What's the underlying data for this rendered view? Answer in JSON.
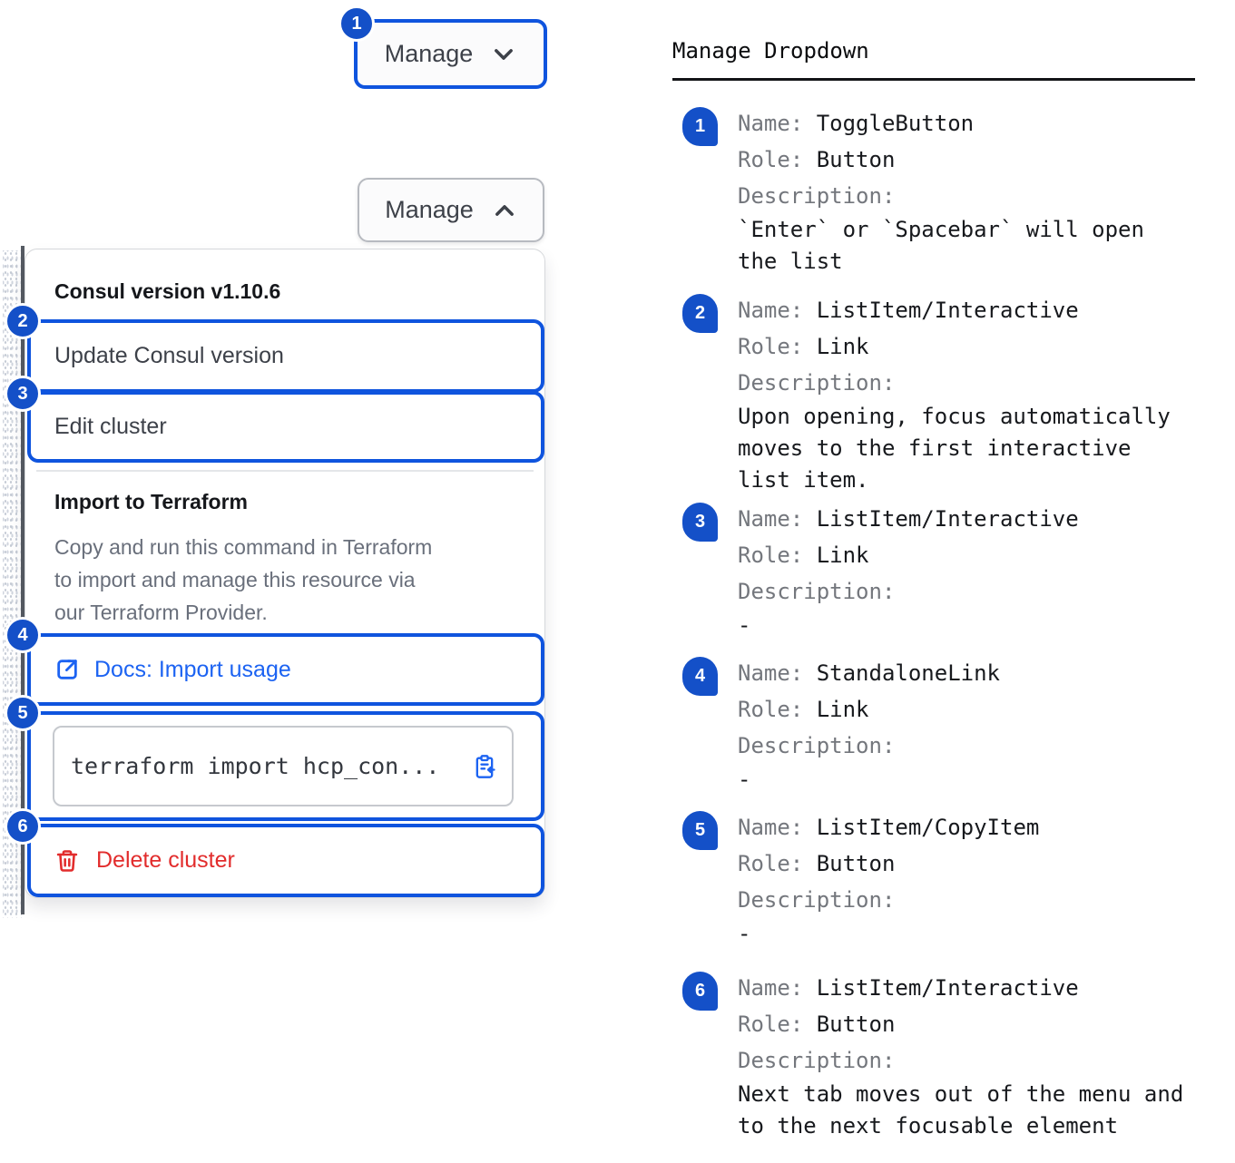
{
  "colors": {
    "accent_blue": "#1450C8",
    "focus_outline_blue": "#0F54DE",
    "link_blue": "#1C63F2",
    "danger_red": "#E22C2C",
    "text_primary": "#3D4149",
    "text_muted": "#696F7B"
  },
  "toggle_button_collapsed": {
    "badge": "1",
    "label": "Manage"
  },
  "toggle_button_expanded": {
    "label": "Manage"
  },
  "dropdown": {
    "version_header": "Consul version v1.10.6",
    "update_item": {
      "badge": "2",
      "label": "Update Consul version"
    },
    "edit_item": {
      "badge": "3",
      "label": "Edit cluster"
    },
    "import_section": {
      "title": "Import to Terraform",
      "description_lines": [
        "Copy and run this command in Terraform",
        "to import and manage this resource via",
        "our Terraform Provider."
      ],
      "docs_link": {
        "badge": "4",
        "label": "Docs: Import usage"
      },
      "copy_item": {
        "badge": "5",
        "code": "terraform import hcp_con..."
      }
    },
    "delete_item": {
      "badge": "6",
      "label": "Delete cluster"
    }
  },
  "spec_panel": {
    "title": "Manage Dropdown",
    "name_label": "Name:",
    "role_label": "Role:",
    "description_label": "Description:",
    "items": [
      {
        "badge": "1",
        "name": "ToggleButton",
        "role": "Button",
        "description_lines": [
          "`Enter` or `Spacebar` will open",
          "the list"
        ]
      },
      {
        "badge": "2",
        "name": "ListItem/Interactive",
        "role": "Link",
        "description_lines": [
          "Upon opening, focus automatically",
          "moves to the first interactive",
          "list item."
        ]
      },
      {
        "badge": "3",
        "name": "ListItem/Interactive",
        "role": "Link",
        "description_lines": [
          "-"
        ]
      },
      {
        "badge": "4",
        "name": "StandaloneLink",
        "role": "Link",
        "description_lines": [
          "-"
        ]
      },
      {
        "badge": "5",
        "name": "ListItem/CopyItem",
        "role": "Button",
        "description_lines": [
          "-"
        ]
      },
      {
        "badge": "6",
        "name": "ListItem/Interactive",
        "role": "Button",
        "description_lines": [
          "Next tab moves out of the menu and",
          "to the next focusable element"
        ]
      }
    ]
  },
  "icons": [
    "chevron-down-icon",
    "chevron-up-icon",
    "external-link-icon",
    "clipboard-copy-icon",
    "trash-icon"
  ]
}
